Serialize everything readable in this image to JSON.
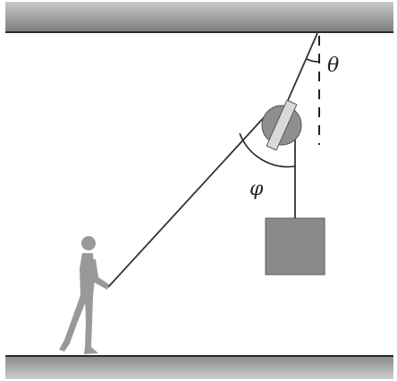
{
  "diagram": {
    "labels": {
      "theta": "θ",
      "phi": "φ"
    },
    "objects": [
      "ceiling",
      "floor",
      "pulley",
      "rope",
      "hanging-block",
      "person"
    ],
    "colors": {
      "surface": "#8c8c8c",
      "pulley": "#8f8f8f",
      "block": "#8a8a8a",
      "person": "#999999",
      "rope": "#333333"
    }
  }
}
